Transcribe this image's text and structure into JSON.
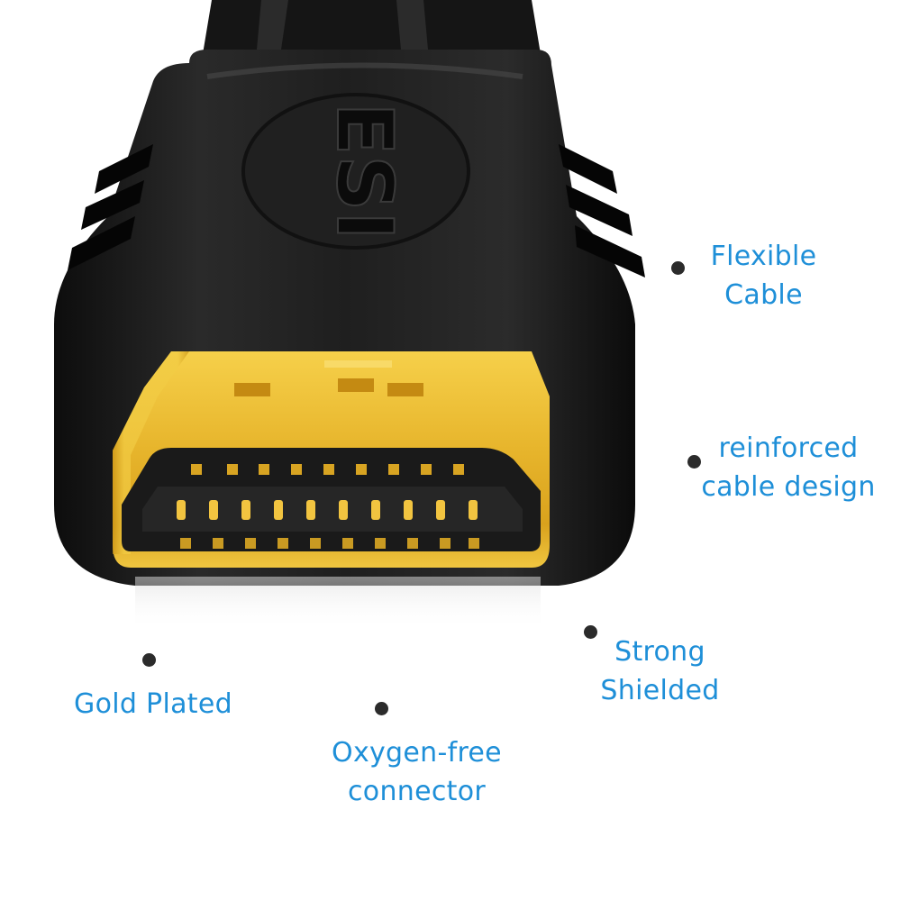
{
  "product": {
    "logo_text": "ESI"
  },
  "features": [
    {
      "id": "flexible-cable",
      "lines": [
        "Flexible",
        "Cable"
      ]
    },
    {
      "id": "reinforced-cable-design",
      "lines": [
        "reinforced",
        "cable design"
      ]
    },
    {
      "id": "strong-shielded",
      "lines": [
        "Strong",
        "Shielded"
      ]
    },
    {
      "id": "gold-plated",
      "lines": [
        "Gold Plated"
      ]
    },
    {
      "id": "oxygen-free-connector",
      "lines": [
        "Oxygen-free",
        "connector"
      ]
    }
  ],
  "colors": {
    "label_text": "#1e8fd8",
    "bullet": "#2b2b2b",
    "housing": "#1c1c1c",
    "gold": "#e7b52c",
    "background": "#ffffff"
  }
}
